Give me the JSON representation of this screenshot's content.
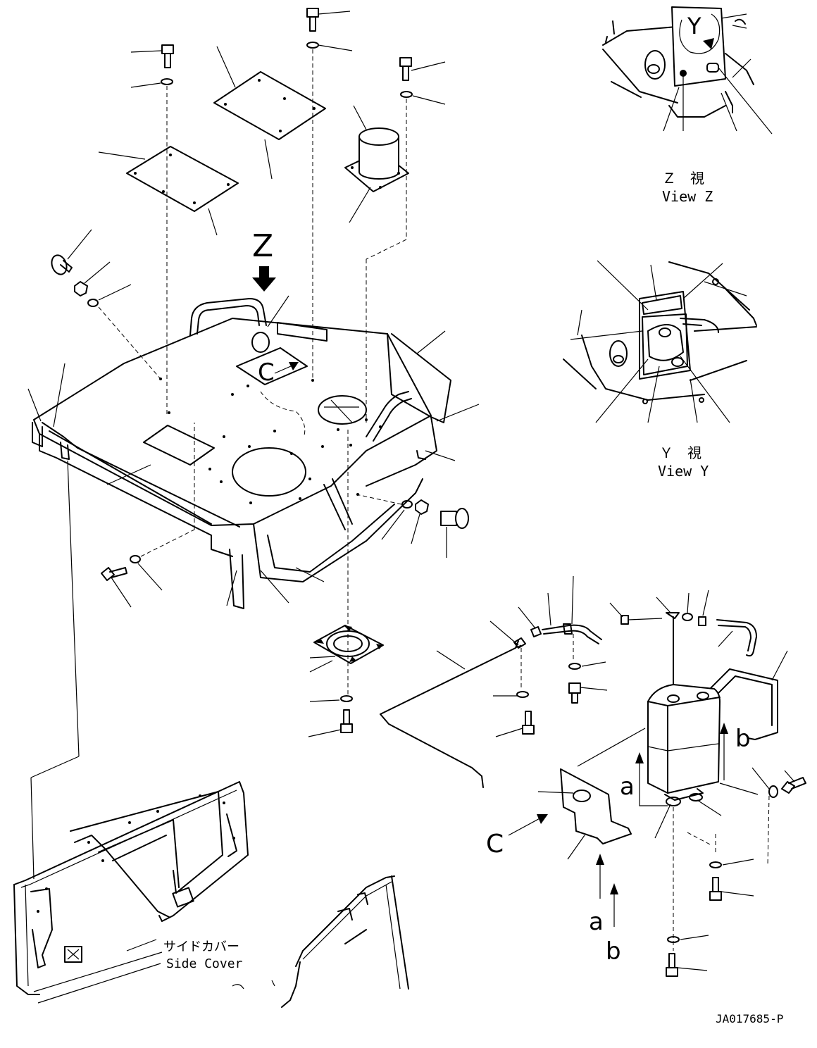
{
  "views": {
    "z": {
      "jp": "Ｚ　視",
      "en": "View Z"
    },
    "y": {
      "jp": "Ｙ　視",
      "en": "View Y"
    }
  },
  "markers": {
    "z": "Z",
    "y": "Y",
    "c": "C",
    "a": "a",
    "b": "b"
  },
  "side_cover": {
    "jp": "サイドカバー",
    "en": "Side Cover"
  },
  "drawing_id": "JA017685-P"
}
